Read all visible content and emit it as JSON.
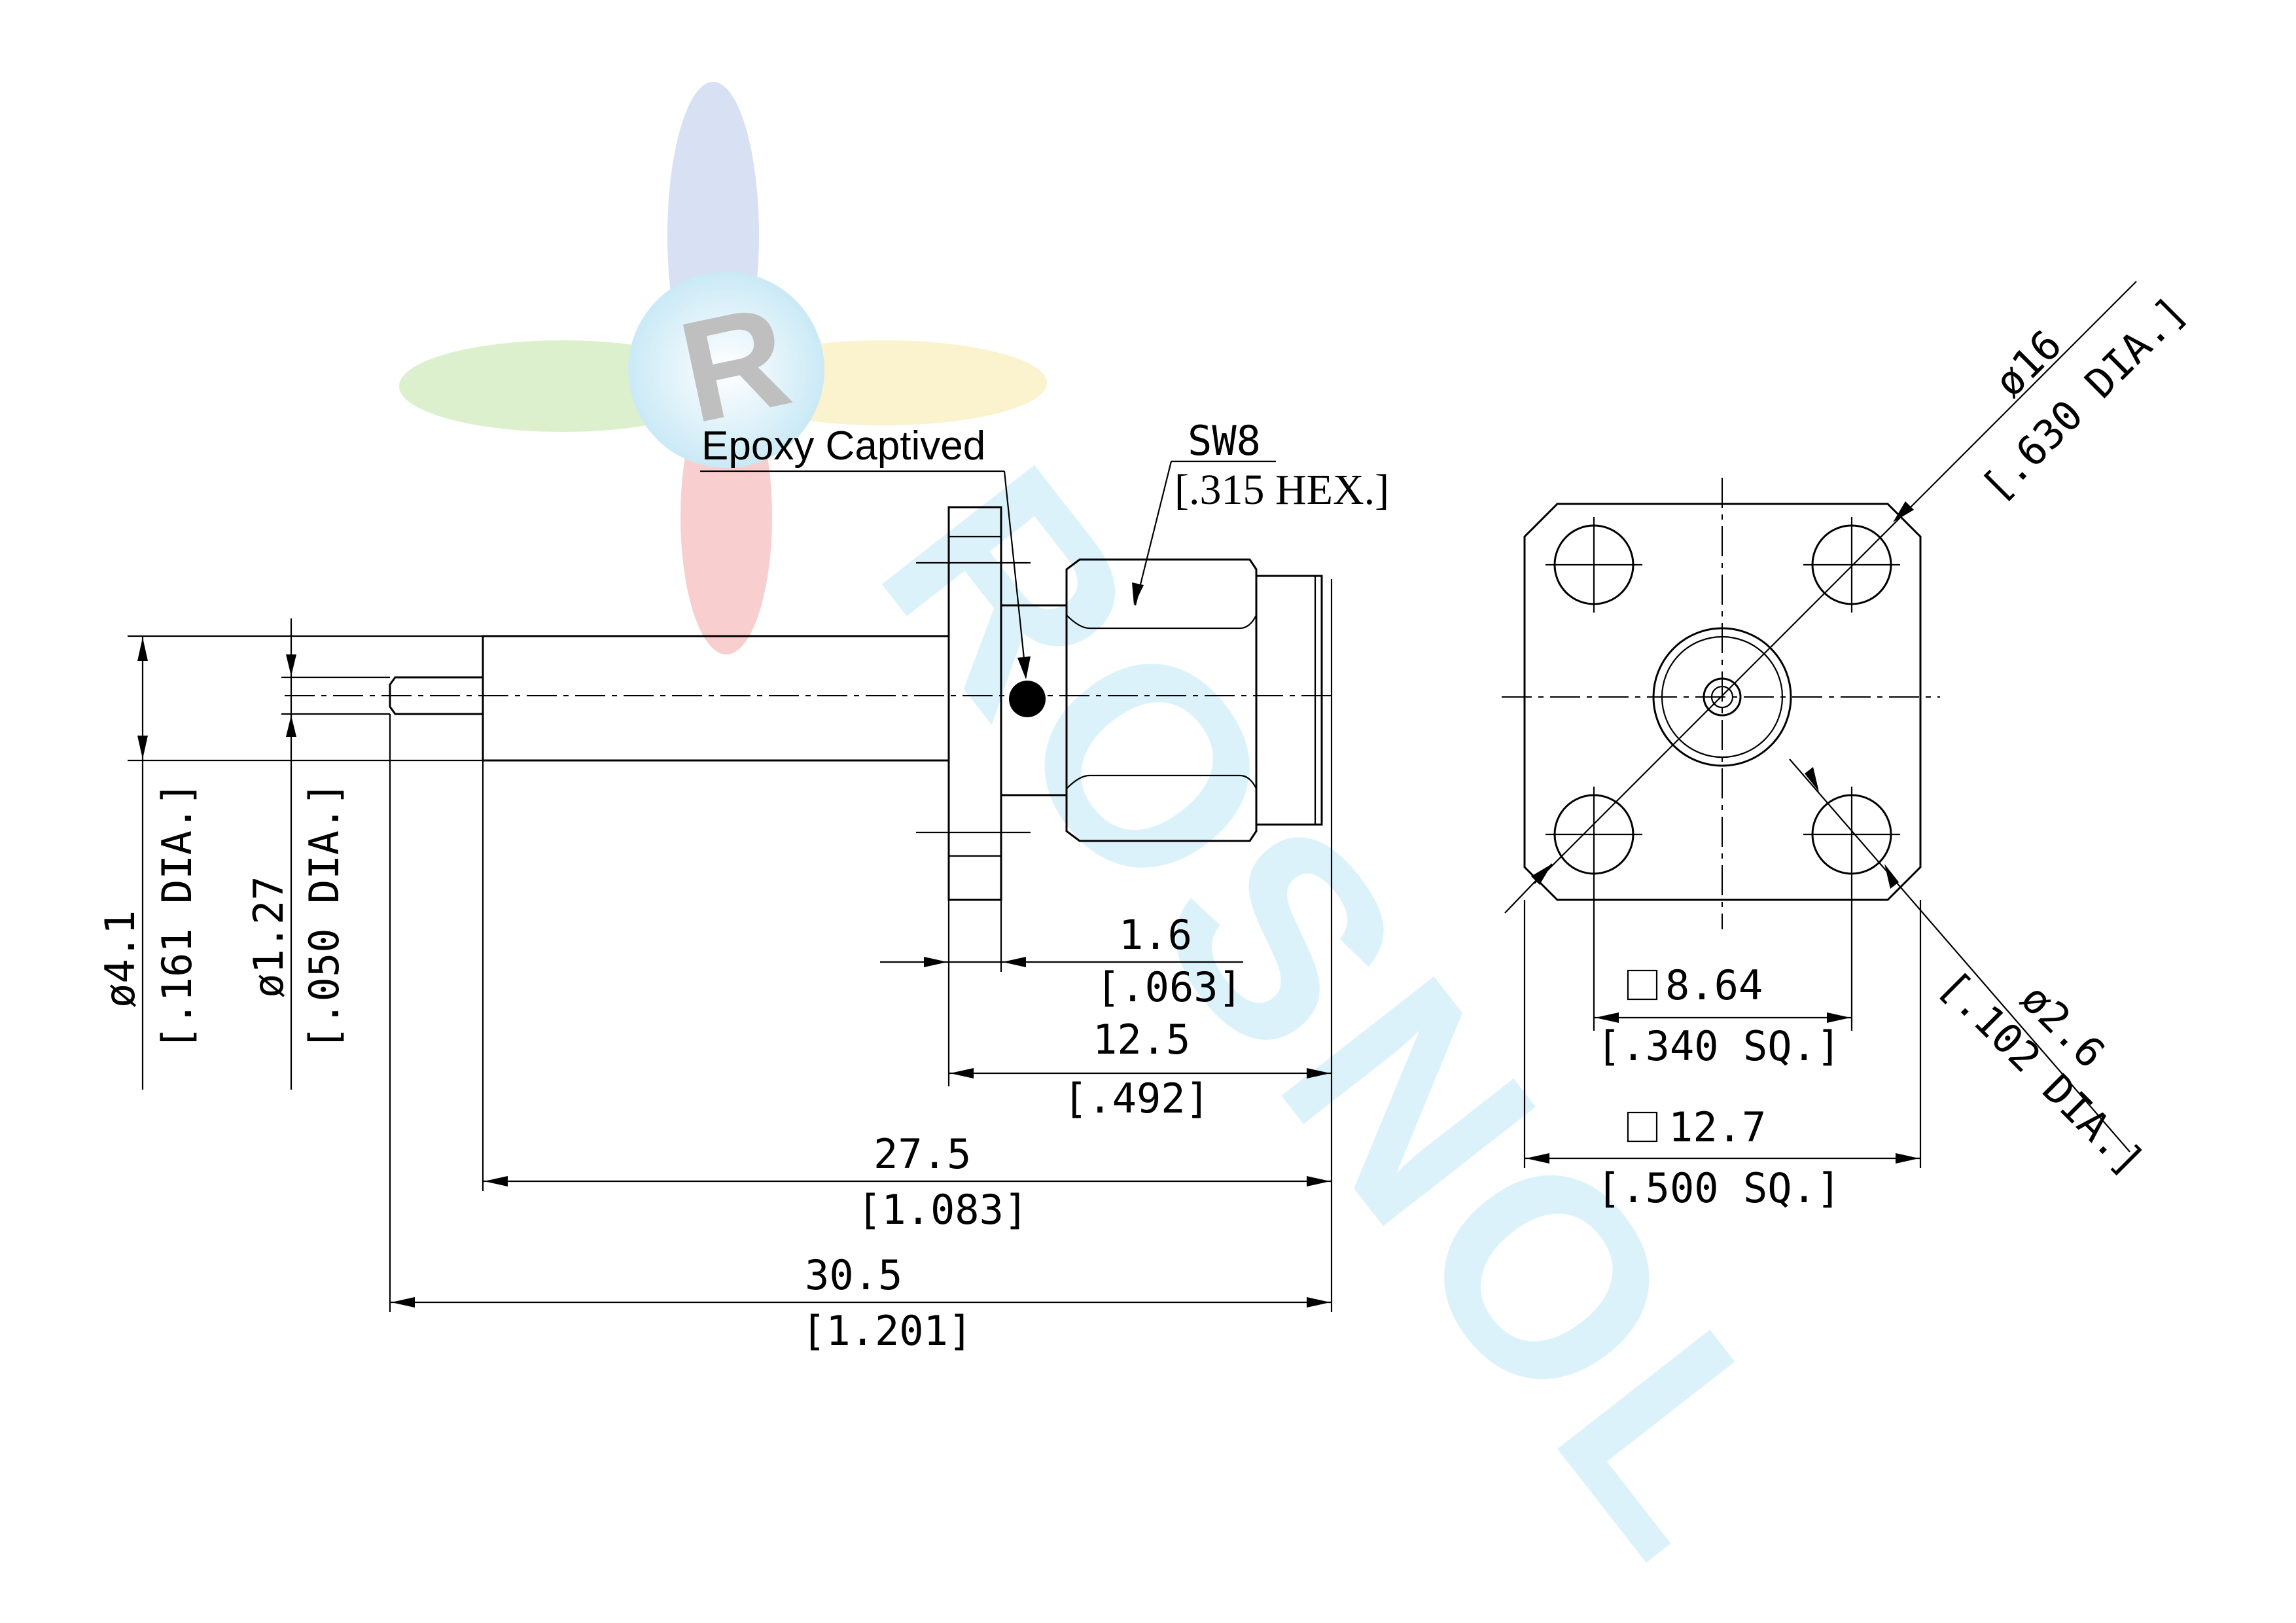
{
  "callouts": {
    "epoxy": "Epoxy Captived",
    "sw": "SW8",
    "hex": "[.315 HEX.]"
  },
  "dimensions": {
    "dia_body": "ø4.1",
    "dia_body_in": "[.161 DIA.]",
    "dia_pin": "ø1.27",
    "dia_pin_in": "[.050 DIA.]",
    "flange_t": "1.6",
    "flange_t_in": "[.063]",
    "d12": "12.5",
    "d12_in": "[.492]",
    "d27": "27.5",
    "d27_in": "[1.083]",
    "d30": "30.5",
    "d30_in": "[1.201]",
    "dia16": "ø16",
    "dia16_in": "[.630 DIA.]",
    "hole_sq": "8.64",
    "hole_sq_in": "[.340 SQ.]",
    "flange_sq": "12.7",
    "flange_sq_in": "[.500 SQ.]",
    "dia_hole": "ø2.6",
    "dia_hole_in": "[.102 DIA.]"
  },
  "watermark": {
    "brand_letter": "R",
    "brand_text": "ROSNOL",
    "colors": [
      "#8fa6d8",
      "#f08a8a",
      "#a9d98a",
      "#f7e08a",
      "#7fd0f0"
    ]
  }
}
